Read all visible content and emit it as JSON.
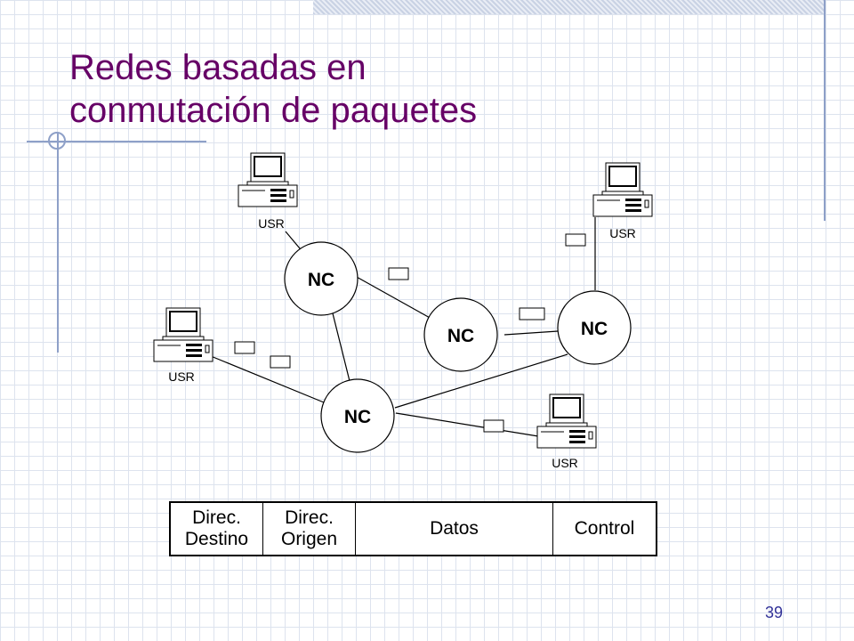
{
  "slide": {
    "title_line1": "Redes basadas en",
    "title_line2": "conmutación de paquetes",
    "page_number": "39",
    "title_color": "#660066"
  },
  "diagram": {
    "nodes": [
      {
        "id": "nc1",
        "label": "NC"
      },
      {
        "id": "nc2",
        "label": "NC"
      },
      {
        "id": "nc3",
        "label": "NC"
      },
      {
        "id": "nc4",
        "label": "NC"
      }
    ],
    "users": [
      {
        "id": "usr1",
        "label": "USR"
      },
      {
        "id": "usr2",
        "label": "USR"
      },
      {
        "id": "usr3",
        "label": "USR"
      },
      {
        "id": "usr4",
        "label": "USR"
      }
    ],
    "links": [
      [
        "usr1",
        "nc1"
      ],
      [
        "nc1",
        "nc2"
      ],
      [
        "nc1",
        "nc4"
      ],
      [
        "nc2",
        "nc3"
      ],
      [
        "usr2",
        "nc3"
      ],
      [
        "usr3",
        "nc4"
      ],
      [
        "nc4",
        "nc3"
      ],
      [
        "nc4",
        "usr4"
      ]
    ]
  },
  "packet_frame": {
    "fields": [
      {
        "label": "Direc.\nDestino"
      },
      {
        "label": "Direc.\nOrigen"
      },
      {
        "label": "Datos"
      },
      {
        "label": "Control"
      }
    ]
  }
}
